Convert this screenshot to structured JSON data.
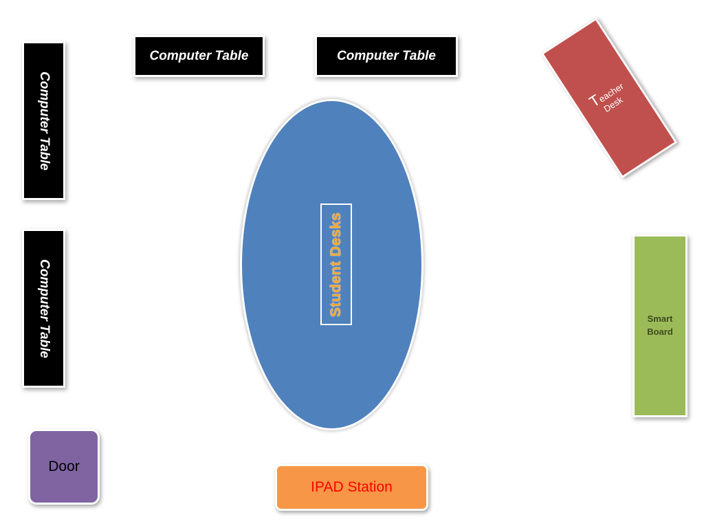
{
  "colors": {
    "computer_table": "#000000",
    "student_desks": "#4f81bd",
    "student_label": "#f7a530",
    "teacher_desk": "#c0504d",
    "smart_board": "#9bbb59",
    "door": "#8064a2",
    "ipad_station": "#f79646",
    "ipad_text": "#ff0000"
  },
  "computer_tables": [
    {
      "label": "Computer Table"
    },
    {
      "label": "Computer Table"
    },
    {
      "label": "Computer Table"
    },
    {
      "label": "Computer Table"
    }
  ],
  "student_desks": {
    "label": "Student Desks"
  },
  "teacher_desk": {
    "initial": "T",
    "rest": "eacher",
    "line2": "Desk"
  },
  "smart_board": {
    "line1": "Smart",
    "line2": "Board"
  },
  "door": {
    "label": "Door"
  },
  "ipad_station": {
    "label": "IPAD Station"
  }
}
